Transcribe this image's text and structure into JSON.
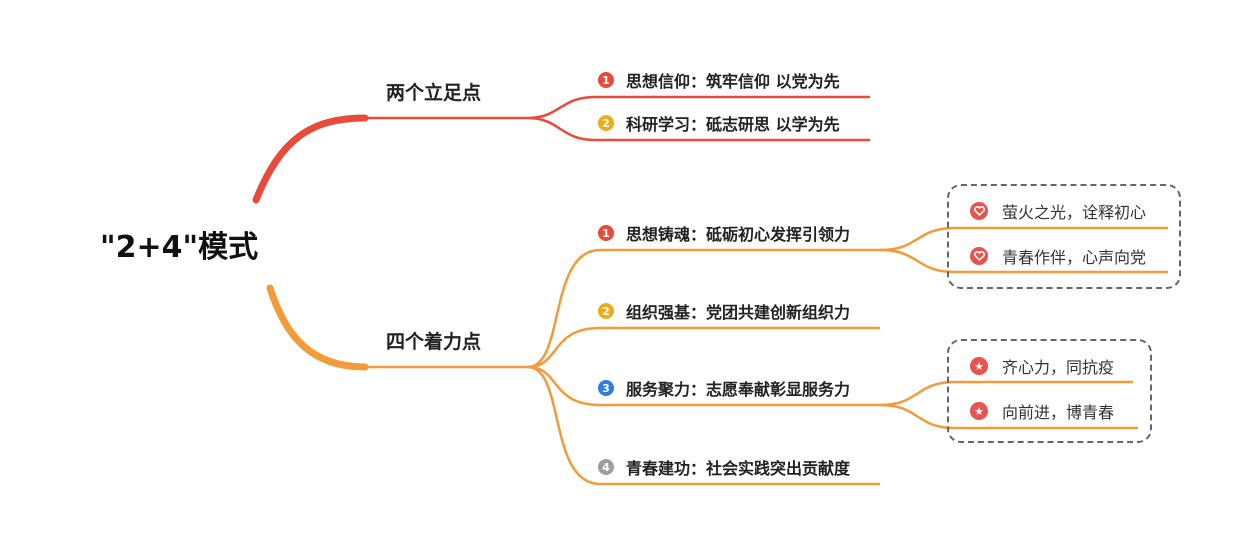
{
  "root": {
    "label": "\"2+4\"模式"
  },
  "branches": [
    {
      "label": "两个立足点",
      "color": "#e84a3c",
      "items": [
        {
          "num": "1",
          "num_color": "#e84a3c",
          "label": "思想信仰：筑牢信仰 以党为先"
        },
        {
          "num": "2",
          "num_color": "#f0ac18",
          "label": "科研学习：砥志研思 以学为先"
        }
      ]
    },
    {
      "label": "四个着力点",
      "color": "#f39a3a",
      "items": [
        {
          "num": "1",
          "num_color": "#e84a3c",
          "label": "思想铸魂：砥砺初心发挥引领力",
          "subs": [
            {
              "icon": "heart-icon",
              "label": "萤火之光，诠释初心"
            },
            {
              "icon": "heart-icon",
              "label": "青春作伴，心声向党"
            }
          ]
        },
        {
          "num": "2",
          "num_color": "#f0ac18",
          "label": "组织强基：党团共建创新组织力"
        },
        {
          "num": "3",
          "num_color": "#2f7de1",
          "label": "服务聚力：志愿奉献彰显服务力",
          "subs": [
            {
              "icon": "star-icon",
              "label": "齐心力，同抗疫"
            },
            {
              "icon": "star-icon",
              "label": "向前进，博青春"
            }
          ]
        },
        {
          "num": "4",
          "num_color": "#9e9e9e",
          "label": "青春建功：社会实践突出贡献度"
        }
      ]
    }
  ]
}
